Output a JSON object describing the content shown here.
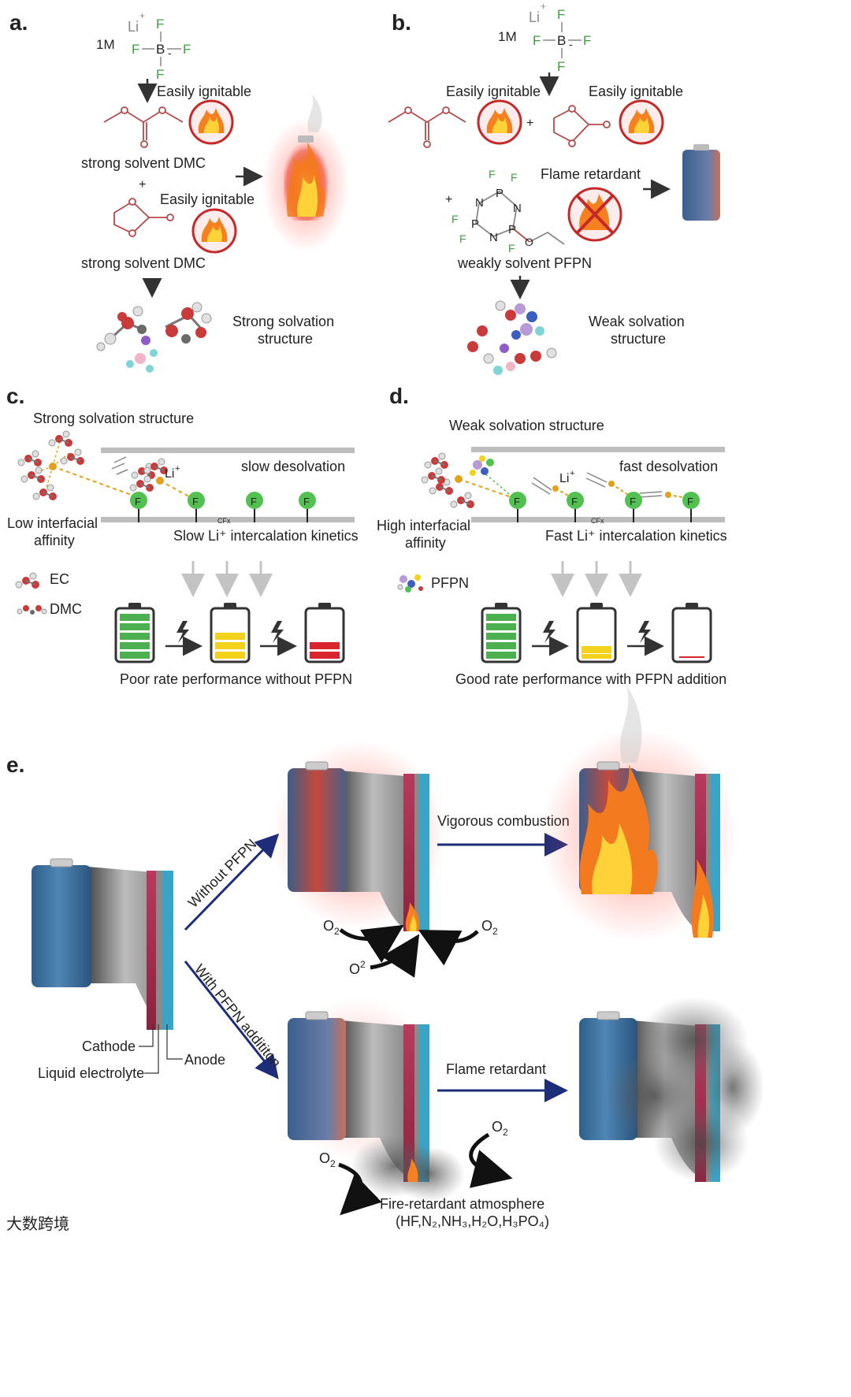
{
  "panels": {
    "a": {
      "label": "a.",
      "salt": {
        "cation": "Li",
        "plus": "+",
        "conc": "1M",
        "anion_center": "B",
        "anion_f": "F",
        "minus": "-"
      },
      "ignitable_1": "Easily ignitable",
      "solvent_1": "strong solvent DMC",
      "plus": "+",
      "ignitable_2": "Easily ignitable",
      "solvent_2": "strong solvent DMC",
      "structure": [
        "Strong solvation",
        "structure"
      ]
    },
    "b": {
      "label": "b.",
      "salt": {
        "cation": "Li",
        "plus": "+",
        "conc": "1M",
        "anion_center": "B",
        "anion_f": "F",
        "minus": "-"
      },
      "ignitable_1": "Easily ignitable",
      "ignitable_2": "Easily ignitable",
      "plus_1": "+",
      "plus_2": "+",
      "retardant": "Flame retardant",
      "ring_atoms": {
        "p": "P",
        "n": "N",
        "f": "F",
        "o": "O"
      },
      "solvent": "weakly solvent PFPN",
      "structure": [
        "Weak solvation",
        "structure"
      ]
    },
    "c": {
      "label": "c.",
      "title": "Strong solvation structure",
      "desolvation": "slow desolvation",
      "li": "Li",
      "li_sup": "+",
      "f_atom": "F",
      "cfx": "CFx",
      "affinity": [
        "Low interfacial",
        "affinity"
      ],
      "kinetics": "Slow Li⁺ intercalation kinetics",
      "legend": [
        {
          "name": "EC"
        },
        {
          "name": "DMC"
        }
      ],
      "performance": "Poor rate performance without PFPN"
    },
    "d": {
      "label": "d.",
      "title": "Weak solvation structure",
      "desolvation": "fast desolvation",
      "li": "Li",
      "li_sup": "+",
      "f_atom": "F",
      "cfx": "CFx",
      "affinity": [
        "High interfacial",
        "affinity"
      ],
      "kinetics": "Fast Li⁺ intercalation kinetics",
      "legend": [
        {
          "name": "PFPN"
        }
      ],
      "performance": "Good rate performance with PFPN addition"
    },
    "e": {
      "label": "e.",
      "without": "Without PFPN",
      "with": "With PFPN addititon",
      "combustion": "Vigorous combustion",
      "retardant": "Flame retardant",
      "o2": "O",
      "o2_sub": "2",
      "cathode": "Cathode",
      "anode": "Anode",
      "electrolyte": "Liquid electrolyte",
      "atmosphere": [
        "Fire-retardant atmosphere",
        "(HF,N₂,NH₃,H₂O,H₃PO₄)"
      ]
    }
  },
  "watermark": "大数跨境",
  "colors": {
    "fire": "#f07a1e",
    "flame_core": "#ffd23a",
    "battery_blue": "#3d6e97",
    "battery_green": "#4caf50",
    "battery_yellow": "#f2d21b",
    "battery_red": "#d9252e",
    "arrow_navy": "#1d2d7a",
    "fluorine_green": "#52c152",
    "lithium_gold": "#e0a21c"
  }
}
